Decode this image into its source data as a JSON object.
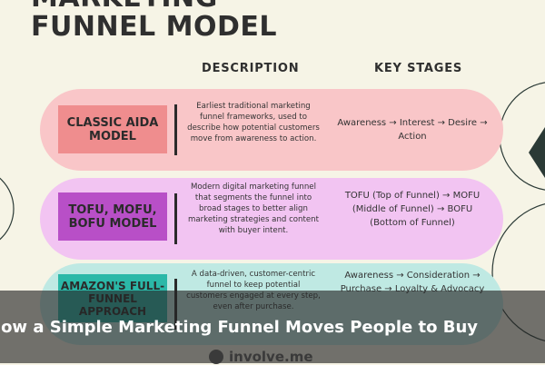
{
  "title": {
    "line1": "MARKETING",
    "line2": "FUNNEL MODEL"
  },
  "columns": {
    "description": "DESCRIPTION",
    "stages": "KEY STAGES"
  },
  "rows": [
    {
      "label": "CLASSIC AIDA MODEL",
      "description": "Earliest traditional marketing funnel frameworks, used to describe how potential customers move from awareness to action.",
      "stages": "Awareness → Interest → Desire → Action",
      "row_color": "#f9c6c8",
      "label_color": "#ef8d8e"
    },
    {
      "label": "TOFU, MOFU, BOFU MODEL",
      "description": "Modern digital marketing funnel that segments the funnel into broad stages to better align marketing strategies and content with buyer intent.",
      "stages": "TOFU (Top of Funnel) → MOFU (Middle of Funnel) → BOFU (Bottom of Funnel)",
      "row_color": "#f2c4f2",
      "label_color": "#b84fc7"
    },
    {
      "label": "AMAZON'S FULL-FUNNEL APPROACH",
      "description": "A data-driven, customer-centric funnel to keep potential customers engaged at every step, even after purchase.",
      "stages": "Awareness → Consideration → Purchase → Loyalty & Advocacy",
      "row_color": "#bfe9e3",
      "label_color": "#2bb8a8"
    }
  ],
  "caption": "How a Simple Marketing Funnel Moves People to Buy",
  "logo": {
    "text": "involve.me"
  },
  "colors": {
    "background": "#f6f4e6",
    "overlay": "#262626",
    "accent_dark": "#2b3a36"
  }
}
